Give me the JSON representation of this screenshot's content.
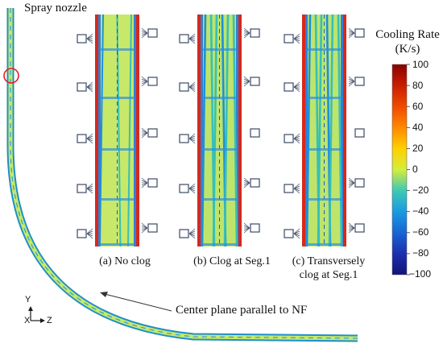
{
  "labels": {
    "spray_nozzle": "Spray nozzle",
    "center_plane": "Center plane parallel to NF"
  },
  "panels": [
    {
      "caption_line1": "(a) No clog",
      "caption_line2": ""
    },
    {
      "caption_line1": "(b) Clog at Seg.1",
      "caption_line2": ""
    },
    {
      "caption_line1": "(c) Transversely",
      "caption_line2": "clog at Seg.1"
    }
  ],
  "colorbar": {
    "title_line1": "Cooling Rate",
    "title_line2": "(K/s)",
    "ticks": [
      "100",
      "80",
      "60",
      "40",
      "20",
      "0",
      "−20",
      "−40",
      "−60",
      "−80",
      "−100"
    ],
    "colors": [
      "#8b0000",
      "#c81e00",
      "#ef4a00",
      "#ff8800",
      "#ffd000",
      "#d4ee3a",
      "#3fc9b4",
      "#1a9be0",
      "#1864d4",
      "#1b2fae",
      "#13137a"
    ]
  },
  "axes": {
    "y": "Y",
    "x": "X",
    "z": "Z"
  },
  "colors": {
    "strand_mid": "#c8e86a",
    "strand_edge": "#2aa0d8",
    "marker_circle": "#e0202a",
    "nozzle": "#3c4a66"
  }
}
